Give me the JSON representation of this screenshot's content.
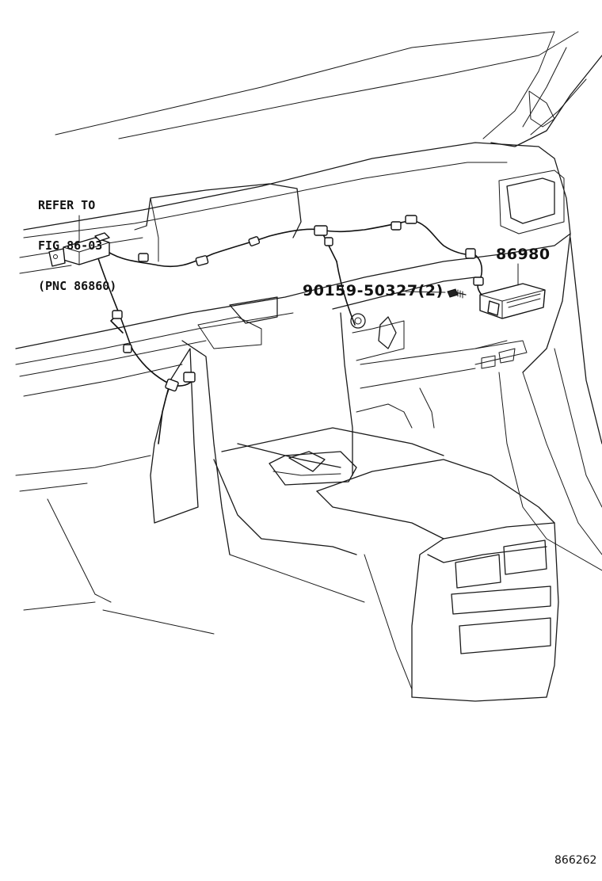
{
  "callouts": {
    "refer_line1": "REFER TO",
    "refer_line2": "FIG 86-03",
    "refer_line3": "(PNC 86860)",
    "part_module": "86980",
    "part_screw": "90159-50327(2)"
  },
  "figure_id": "866262"
}
